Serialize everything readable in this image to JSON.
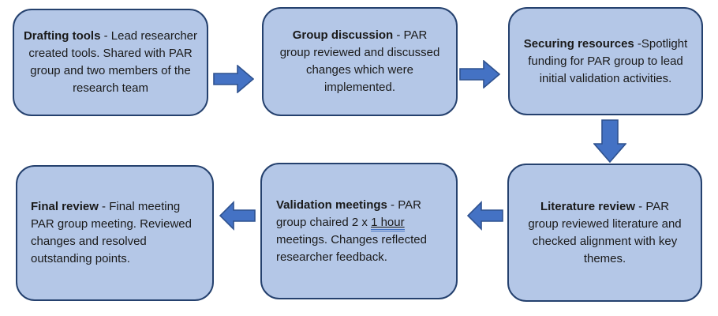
{
  "diagram": {
    "type": "process-flowchart",
    "colors": {
      "background": "#ffffff",
      "box_fill": "#b4c7e7",
      "box_border": "#25416e",
      "arrow_fill": "#4472c4",
      "arrow_border": "#2f528f",
      "text": "#1a1a1a"
    },
    "boxes": [
      {
        "id": "drafting-tools",
        "title": "Drafting tools",
        "body": " - Lead researcher created tools. Shared with PAR group and two members of the research team",
        "align": "center"
      },
      {
        "id": "group-discussion",
        "title": "Group discussion",
        "body": " - PAR group reviewed and discussed changes which were implemented.",
        "align": "center"
      },
      {
        "id": "securing-resources",
        "title": "Securing resources",
        "body": " -Spotlight funding for PAR group to lead initial validation activities.",
        "align": "center"
      },
      {
        "id": "literature-review",
        "title": "Literature review",
        "body": " - PAR group reviewed literature and checked alignment with key themes.",
        "align": "center"
      },
      {
        "id": "validation-meetings",
        "title": "Validation meetings",
        "body_before": " - PAR group chaired 2 x ",
        "underlined": "1 hour",
        "body_after": " meetings. Changes reflected researcher feedback.",
        "align": "left"
      },
      {
        "id": "final-review",
        "title": "Final review",
        "body": " - Final meeting PAR group meeting. Reviewed changes and resolved outstanding points.",
        "align": "left"
      }
    ],
    "connections": [
      {
        "from": "drafting-tools",
        "to": "group-discussion",
        "direction": "right"
      },
      {
        "from": "group-discussion",
        "to": "securing-resources",
        "direction": "right"
      },
      {
        "from": "securing-resources",
        "to": "literature-review",
        "direction": "down"
      },
      {
        "from": "literature-review",
        "to": "validation-meetings",
        "direction": "left"
      },
      {
        "from": "validation-meetings",
        "to": "final-review",
        "direction": "left"
      }
    ]
  }
}
